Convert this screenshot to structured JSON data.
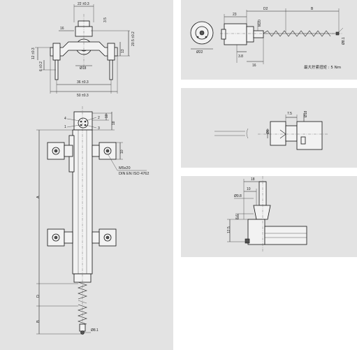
{
  "drawing_main": {
    "top_view": {
      "dim_width_top": "22 ±0.3",
      "dim_height_top": "3.5",
      "dim_left_16": "16",
      "dim_right_20_5": "20.5 ±0.2",
      "dim_right_13": "13",
      "dim_left_12": "12 ±0.3",
      "dim_left_6": "6 ±0.2",
      "dim_diam_18": "Ø18",
      "dim_bottom_36": "36 ±0.3",
      "dim_bottom_50": "50 ±0.3"
    },
    "side_view": {
      "pin_4": "4",
      "pin_2": "2",
      "pin_1": "1",
      "pin_3": "3",
      "dim_10_top": "10",
      "dim_18": "18",
      "dim_10_mid": "10",
      "screw_line1": "M5x20",
      "screw_line2": "DIN EN ISO 4762",
      "dim_A": "A",
      "dim_D": "D",
      "dim_B": "B",
      "dim_tip": "Ø8.1"
    }
  },
  "drawing_tr": {
    "dim_23": "23",
    "dim_D2": "D2",
    "dim_B": "B",
    "dim_m": "M20",
    "dim_diam22": "Ø22",
    "dim_3_8": "3.8",
    "dim_16": "16",
    "dim_tip": "Ø8.1",
    "note": "最大拧紧扭矩 : 5 Nm"
  },
  "drawing_mr": {
    "dim_7_5": "7.5",
    "dim_d18": "Ø18",
    "dim_d8": "Ø8"
  },
  "drawing_br": {
    "dim_18": "18",
    "dim_10": "10",
    "dim_d9_8": "Ø9.8",
    "dim_8_6": "8.6",
    "dim_12_5": "12.5"
  }
}
